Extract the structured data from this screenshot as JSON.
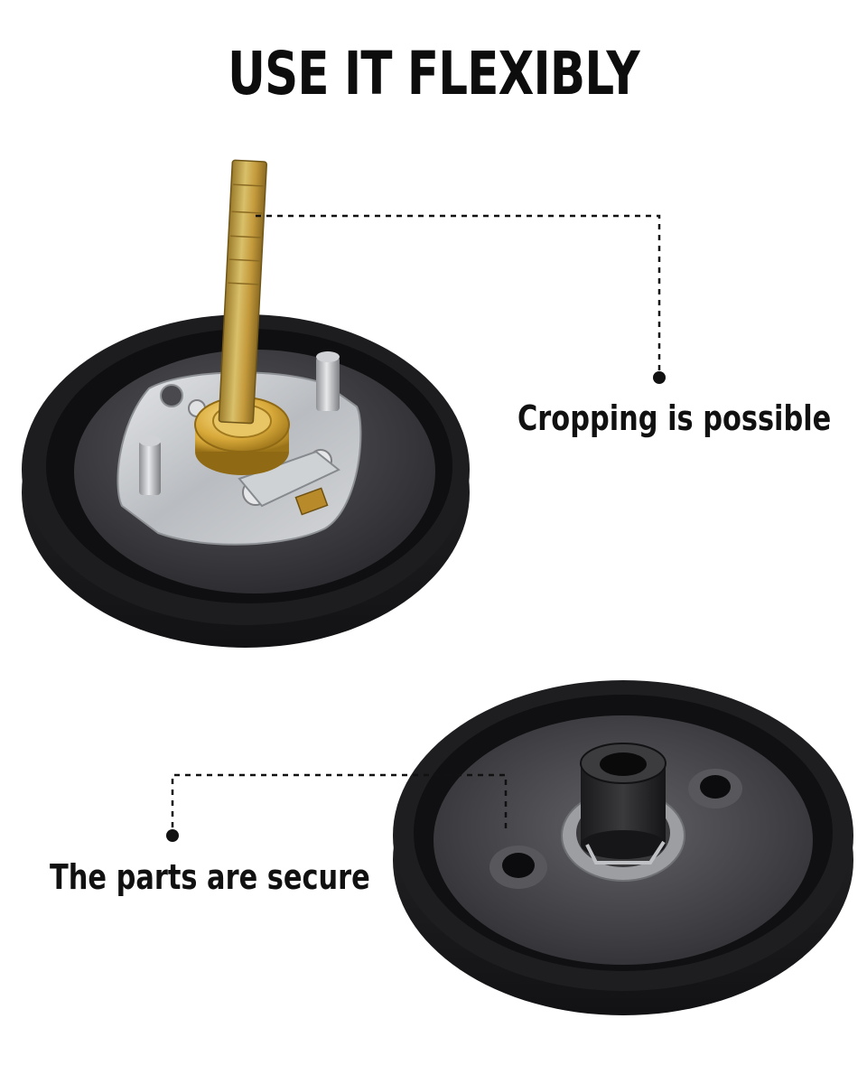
{
  "headline": "USE IT FLEXIBLY",
  "callouts": {
    "cropping": "Cropping is possible",
    "secure": "The parts are secure"
  },
  "colors": {
    "text": "#111111",
    "hub_black": "#1e1e20",
    "hub_face": "#3c3c3f",
    "plate_silver": "#c4c6c9",
    "gear_gold": "#d8a93a",
    "shaft_brass": "#c4a23c"
  }
}
